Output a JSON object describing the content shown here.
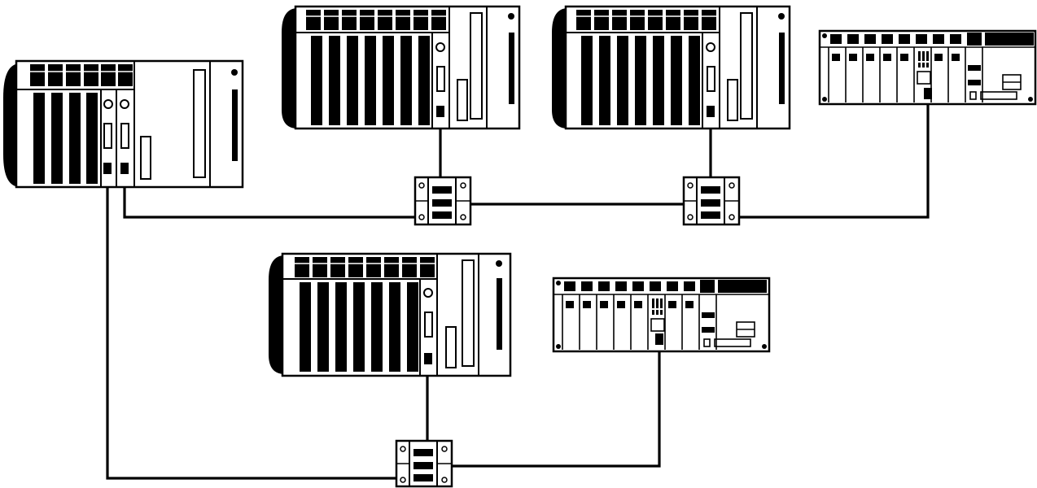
{
  "diagram": {
    "colors": {
      "ink": "#000000",
      "paper": "#ffffff"
    },
    "nodes": [
      {
        "id": "master-rack",
        "kind": "plc-rack-large",
        "modules": 5,
        "comm_ports": 2
      },
      {
        "id": "rack-top-1",
        "kind": "plc-rack-large",
        "modules": 8,
        "comm_ports": 1
      },
      {
        "id": "rack-top-2",
        "kind": "plc-rack-large",
        "modules": 8,
        "comm_ports": 1
      },
      {
        "id": "rack-compact-top",
        "kind": "plc-rack-compact",
        "modules": 8,
        "comm_ports": 1
      },
      {
        "id": "rack-bottom",
        "kind": "plc-rack-large",
        "modules": 8,
        "comm_ports": 1
      },
      {
        "id": "rack-compact-bottom",
        "kind": "plc-rack-compact",
        "modules": 8,
        "comm_ports": 1
      },
      {
        "id": "junction-1",
        "kind": "junction-box"
      },
      {
        "id": "junction-2",
        "kind": "junction-box"
      },
      {
        "id": "junction-3",
        "kind": "junction-box"
      }
    ],
    "links": [
      {
        "from": "master-rack",
        "to": "junction-1"
      },
      {
        "from": "junction-1",
        "to": "junction-2"
      },
      {
        "from": "junction-2",
        "to": "rack-compact-top"
      },
      {
        "from": "rack-top-1",
        "to": "junction-1"
      },
      {
        "from": "rack-top-2",
        "to": "junction-2"
      },
      {
        "from": "master-rack",
        "to": "junction-3"
      },
      {
        "from": "rack-bottom",
        "to": "junction-3"
      },
      {
        "from": "junction-3",
        "to": "rack-compact-bottom"
      }
    ]
  }
}
